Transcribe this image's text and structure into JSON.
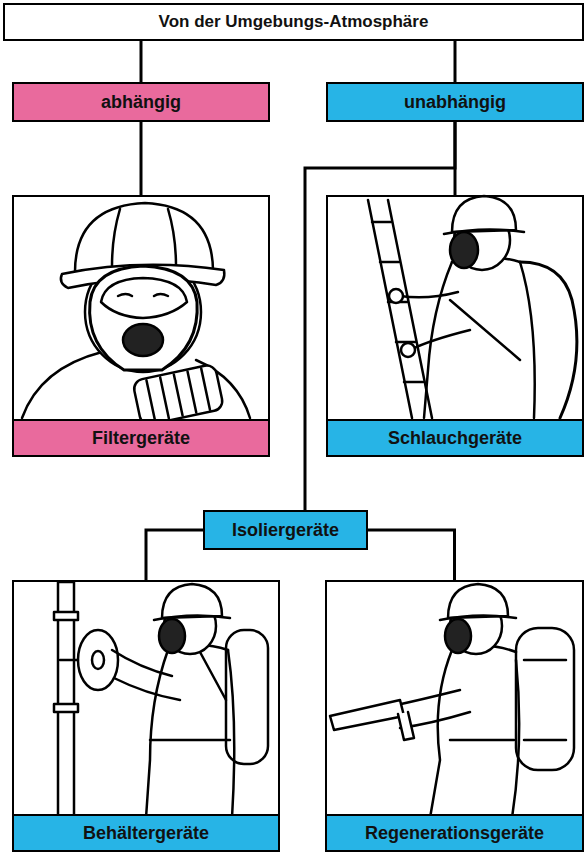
{
  "diagram": {
    "nodes": [
      {
        "text": [
          "Von der Umgebungs-Atmosphäre"
        ]
      },
      {
        "text": [
          "abhängig"
        ]
      },
      {
        "text": [
          "unabhängig"
        ]
      },
      {
        "text": [
          "Filtergeräte"
        ]
      },
      {
        "text": [
          "Schlauchgeräte"
        ]
      },
      {
        "text": [
          "Isoliergeräte"
        ]
      },
      {
        "text": [
          "Behältergeräte"
        ]
      },
      {
        "text": [
          "Regenerationsgeräte"
        ]
      }
    ],
    "edges": [
      {
        "from": 0,
        "to": 1,
        "arrow": "none"
      },
      {
        "from": 0,
        "to": 2,
        "arrow": "none"
      },
      {
        "from": 1,
        "to": 3,
        "arrow": "none"
      },
      {
        "from": 2,
        "to": 4,
        "arrow": "none"
      },
      {
        "from": 2,
        "to": 5,
        "arrow": "none"
      },
      {
        "from": 5,
        "to": 6,
        "arrow": "none"
      },
      {
        "from": 5,
        "to": 7,
        "arrow": "none"
      }
    ]
  }
}
